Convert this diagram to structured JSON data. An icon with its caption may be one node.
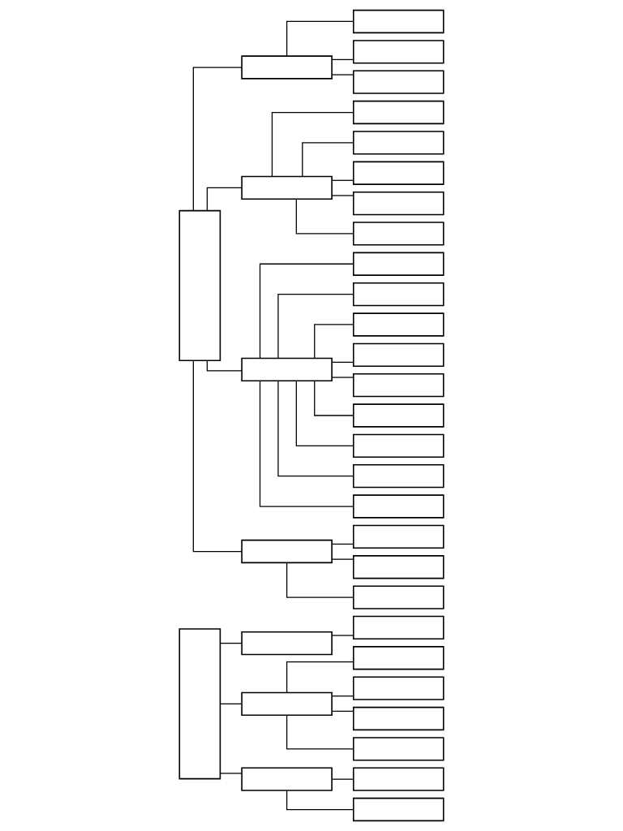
{
  "diagram": {
    "nodes": [
      {
        "text": [],
        "shape": "box"
      },
      {
        "text": [],
        "shape": "box"
      },
      {
        "text": [],
        "shape": "box"
      },
      {
        "text": [],
        "shape": "box"
      },
      {
        "text": [],
        "shape": "box"
      },
      {
        "text": [],
        "shape": "box"
      },
      {
        "text": [],
        "shape": "box"
      },
      {
        "text": [],
        "shape": "box"
      },
      {
        "text": [],
        "shape": "box"
      },
      {
        "text": [],
        "shape": "box"
      },
      {
        "text": [],
        "shape": "box"
      },
      {
        "text": [],
        "shape": "box"
      },
      {
        "text": [],
        "shape": "box"
      },
      {
        "text": [],
        "shape": "box"
      },
      {
        "text": [],
        "shape": "box"
      },
      {
        "text": [],
        "shape": "box"
      },
      {
        "text": [],
        "shape": "box"
      },
      {
        "text": [],
        "shape": "box"
      },
      {
        "text": [],
        "shape": "box"
      },
      {
        "text": [],
        "shape": "box"
      },
      {
        "text": [],
        "shape": "box"
      },
      {
        "text": [],
        "shape": "box"
      },
      {
        "text": [],
        "shape": "box"
      },
      {
        "text": [],
        "shape": "box"
      },
      {
        "text": [],
        "shape": "box"
      },
      {
        "text": [],
        "shape": "box"
      },
      {
        "text": [],
        "shape": "box"
      },
      {
        "text": [],
        "shape": "box"
      },
      {
        "text": [],
        "shape": "box"
      },
      {
        "text": [],
        "shape": "box"
      },
      {
        "text": [],
        "shape": "box"
      },
      {
        "text": [],
        "shape": "box"
      },
      {
        "text": [],
        "shape": "box"
      },
      {
        "text": [],
        "shape": "box"
      },
      {
        "text": [],
        "shape": "box"
      },
      {
        "text": [],
        "shape": "box"
      }
    ],
    "edges": [
      {
        "from": 0,
        "to": 1,
        "arrow": "none"
      },
      {
        "from": 0,
        "to": 2,
        "arrow": "none"
      },
      {
        "from": 0,
        "to": 3,
        "arrow": "none"
      },
      {
        "from": 1,
        "to": 4,
        "arrow": "none"
      },
      {
        "from": 2,
        "to": 5,
        "arrow": "none"
      },
      {
        "from": 2,
        "to": 6,
        "arrow": "none"
      },
      {
        "from": 2,
        "to": 7,
        "arrow": "none"
      },
      {
        "from": 2,
        "to": 8,
        "arrow": "none"
      },
      {
        "from": 3,
        "to": 9,
        "arrow": "none"
      },
      {
        "from": 3,
        "to": 10,
        "arrow": "none"
      },
      {
        "from": 11,
        "to": 12,
        "arrow": "none"
      },
      {
        "from": 11,
        "to": 13,
        "arrow": "none"
      },
      {
        "from": 11,
        "to": 14,
        "arrow": "none"
      },
      {
        "from": 11,
        "to": 15,
        "arrow": "none"
      },
      {
        "from": 12,
        "to": 16,
        "arrow": "none"
      },
      {
        "from": 12,
        "to": 17,
        "arrow": "none"
      },
      {
        "from": 12,
        "to": 18,
        "arrow": "none"
      },
      {
        "from": 13,
        "to": 19,
        "arrow": "none"
      },
      {
        "from": 13,
        "to": 20,
        "arrow": "none"
      },
      {
        "from": 13,
        "to": 21,
        "arrow": "none"
      },
      {
        "from": 13,
        "to": 22,
        "arrow": "none"
      },
      {
        "from": 13,
        "to": 23,
        "arrow": "none"
      },
      {
        "from": 14,
        "to": 24,
        "arrow": "none"
      },
      {
        "from": 14,
        "to": 25,
        "arrow": "none"
      },
      {
        "from": 14,
        "to": 26,
        "arrow": "none"
      },
      {
        "from": 14,
        "to": 27,
        "arrow": "none"
      },
      {
        "from": 14,
        "to": 28,
        "arrow": "none"
      },
      {
        "from": 14,
        "to": 29,
        "arrow": "none"
      },
      {
        "from": 14,
        "to": 30,
        "arrow": "none"
      },
      {
        "from": 14,
        "to": 31,
        "arrow": "none"
      },
      {
        "from": 14,
        "to": 32,
        "arrow": "none"
      },
      {
        "from": 15,
        "to": 33,
        "arrow": "none"
      },
      {
        "from": 15,
        "to": 34,
        "arrow": "none"
      },
      {
        "from": 15,
        "to": 35,
        "arrow": "none"
      }
    ]
  }
}
